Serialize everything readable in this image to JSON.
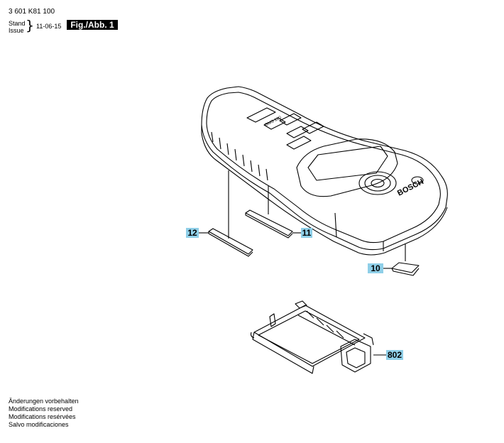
{
  "header": {
    "part_number": "3 601 K81 100",
    "stand_label": "Stand",
    "issue_label": "Issue",
    "date": "11-06-15",
    "figure_label": "Fig./Abb. 1"
  },
  "device": {
    "brand": "BOSCH",
    "model": "GMS 120"
  },
  "callouts": {
    "c10": "10",
    "c11": "11",
    "c12": "12",
    "c802": "802"
  },
  "footer": {
    "line_de": "Änderungen vorbehalten",
    "line_en": "Modifications reserved",
    "line_fr": "Modifications resérvées",
    "line_es": "Salvo modificaciones"
  },
  "colors": {
    "callout_bg": "#8fcfe8",
    "line": "#000000",
    "paper": "#ffffff"
  }
}
